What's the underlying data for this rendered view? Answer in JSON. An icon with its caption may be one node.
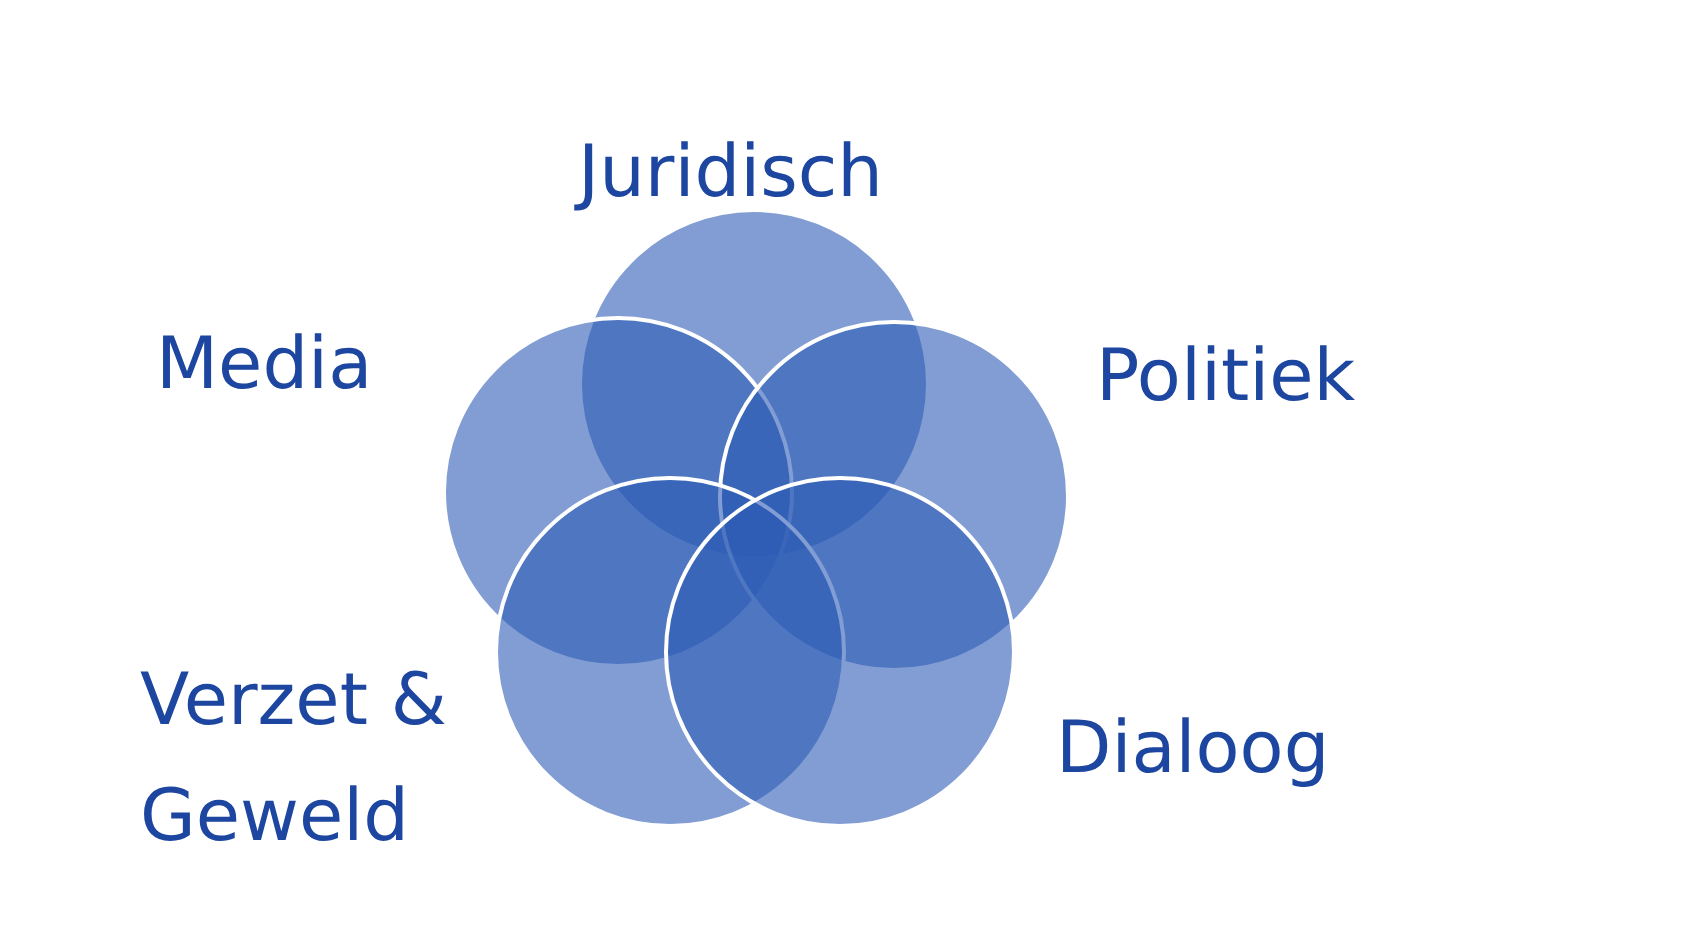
{
  "diagram": {
    "nodes": [
      {
        "text": [
          "Juridisch"
        ]
      },
      {
        "text": [
          "Media"
        ]
      },
      {
        "text": [
          "Politiek"
        ]
      },
      {
        "text": [
          "Verzet & Geweld"
        ]
      },
      {
        "text": [
          "Dialoog"
        ]
      }
    ]
  }
}
